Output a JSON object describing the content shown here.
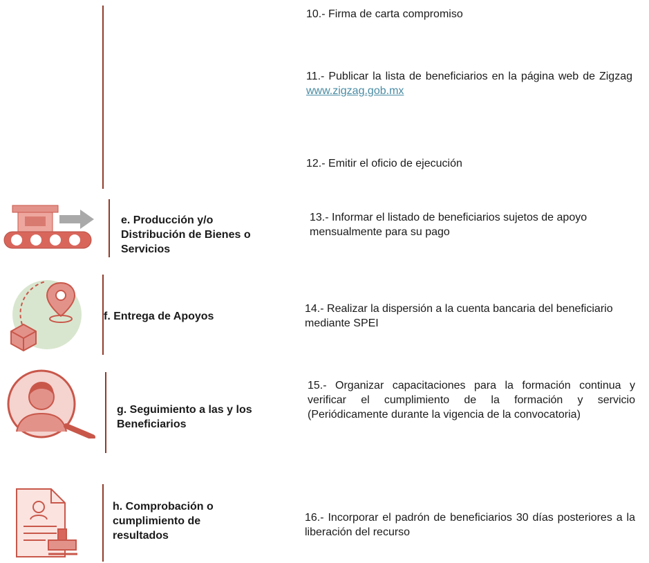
{
  "steps": {
    "s10": "10.- Firma de carta compromiso",
    "s11_text": "11.- Publicar la lista de beneficiarios en la página web de Zigzag",
    "s11_link": "www.zigzag.gob.mx",
    "s12": "12.- Emitir el oficio de ejecución",
    "s13": "13.- Informar el listado de beneficiarios sujetos de apoyo mensualmente para su pago",
    "s14": "14.- Realizar la dispersión a la cuenta bancaria del beneficiario mediante SPEI",
    "s15": "15.- Organizar capacitaciones para la formación continua y verificar el cumplimiento de la formación y servicio (Periódicamente durante la vigencia de la convocatoria)",
    "s16": "16.- Incorporar el padrón de beneficiarios 30 días posteriores a la liberación del recurso"
  },
  "stages": {
    "e": "e. Producción y/o Distribución de Bienes o Servicios",
    "f": "f. Entrega de Apoyos",
    "g": "g. Seguimiento a las y los Beneficiarios",
    "h": "h. Comprobación o cumplimiento de resultados"
  },
  "icons": {
    "e": "conveyor-belt-icon",
    "f": "delivery-location-icon",
    "g": "person-search-icon",
    "h": "document-stamp-icon"
  },
  "colors": {
    "accent": "#8f3b2a",
    "icon_fill": "#e3928a",
    "icon_stroke": "#c8574a",
    "icon_bg": "#d9e6cf",
    "link": "#4a8ca4"
  }
}
